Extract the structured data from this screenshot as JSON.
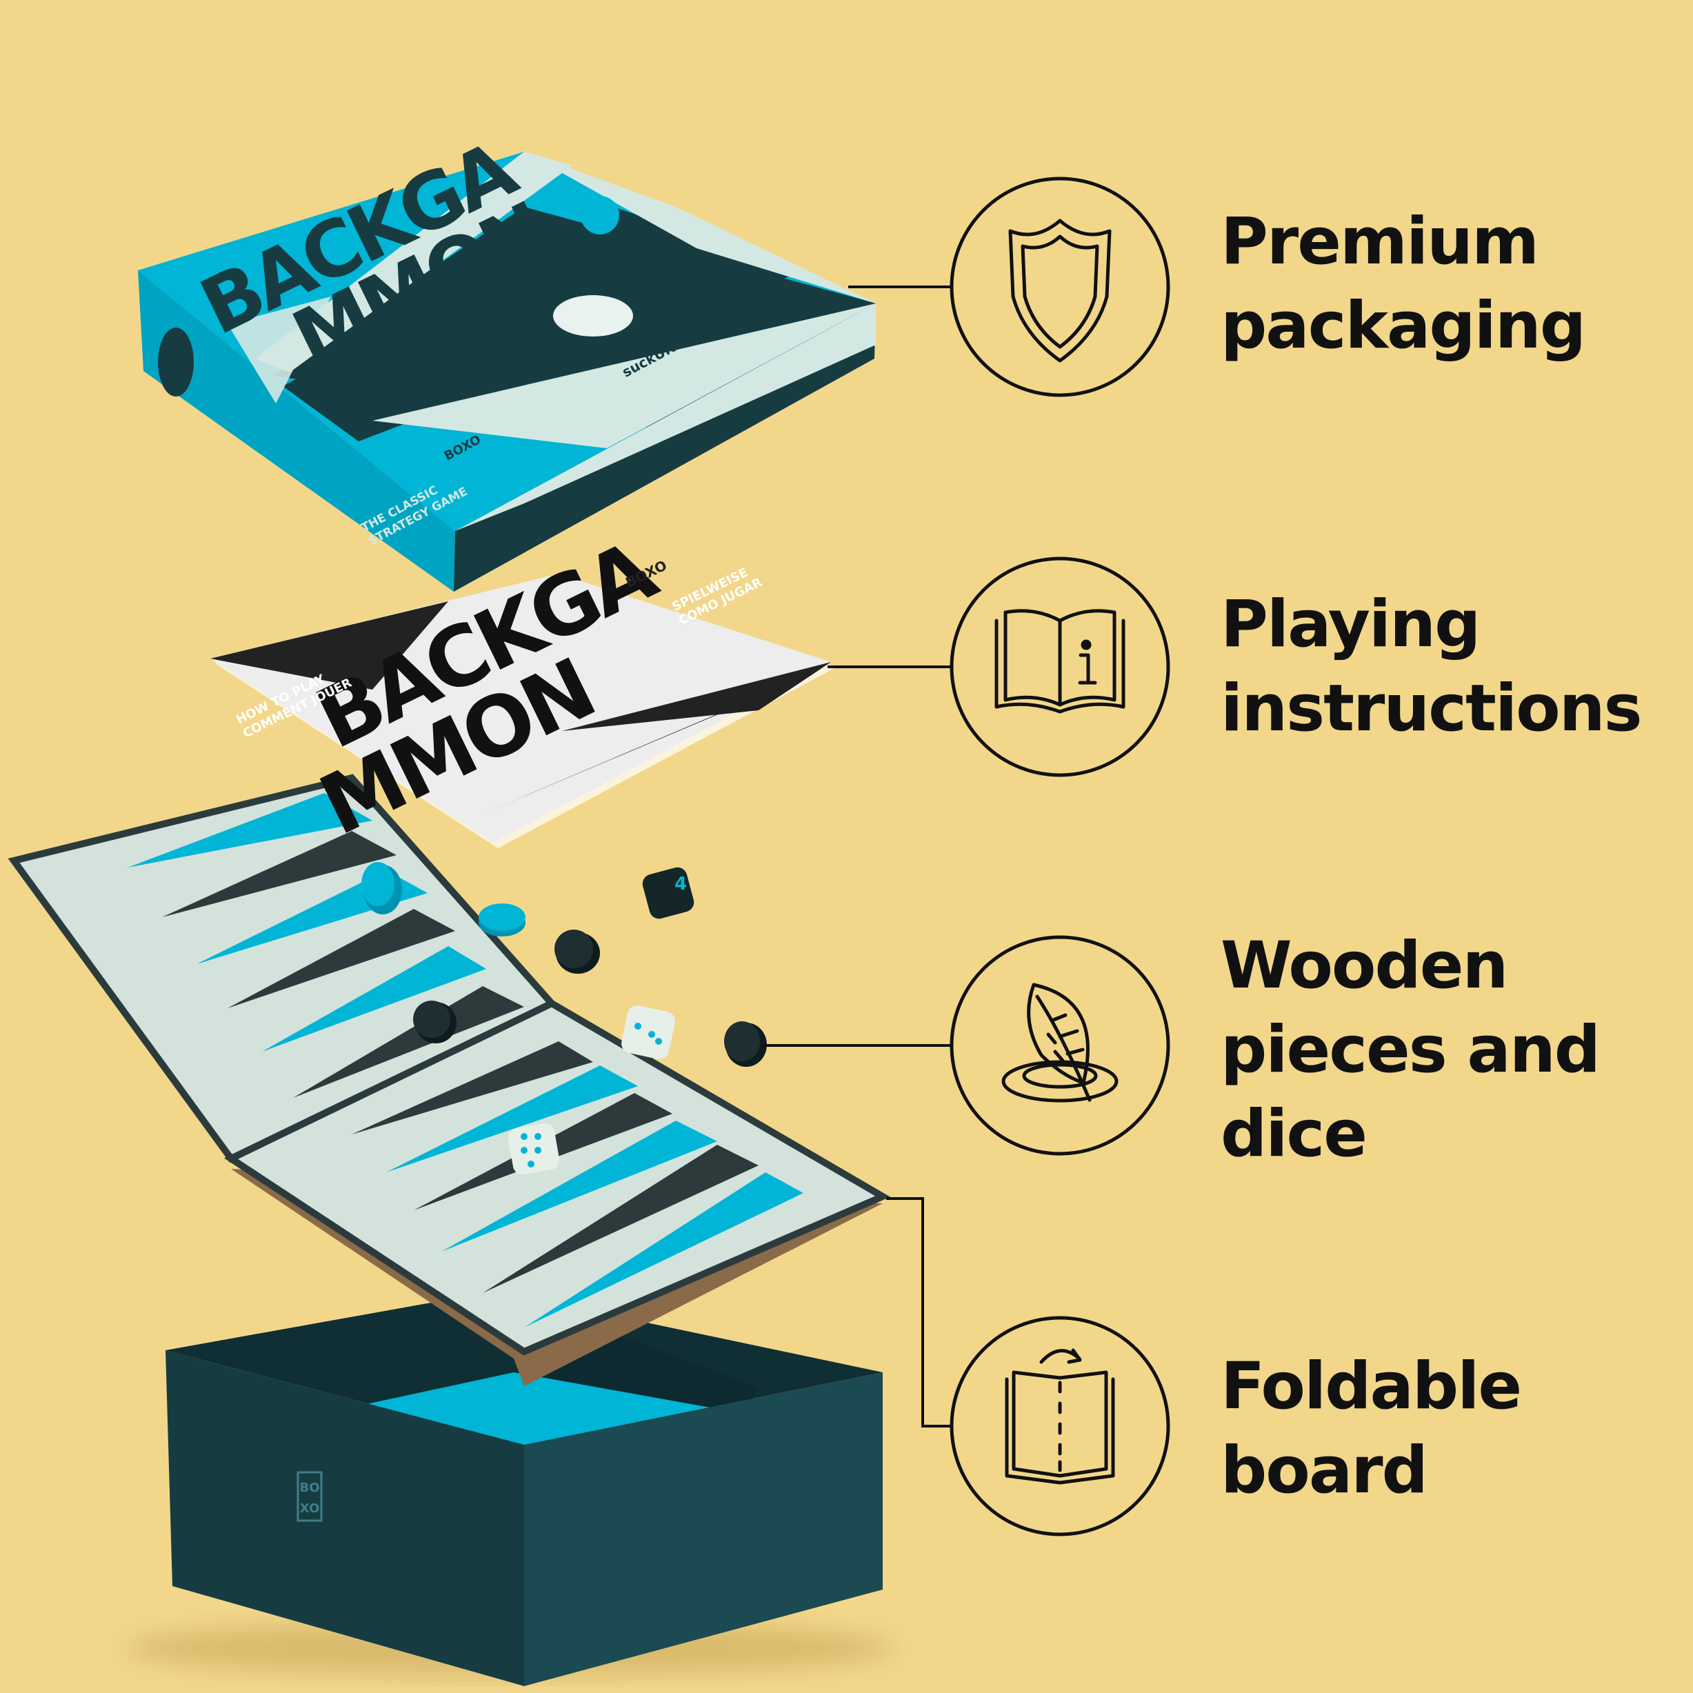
{
  "colors": {
    "background": "#f2d78b",
    "teal": "#00b5d6",
    "dark_teal": "#163c42",
    "mint": "#d4e8e3",
    "ink": "#111111"
  },
  "box_lid": {
    "title_line1": "BACKGA",
    "title_line2": "MMON",
    "tagline_1": "THE CLASSIC",
    "tagline_2": "STRATEGY GAME",
    "brand": "suckUK",
    "boxo_logo": "BOXO"
  },
  "instructions_booklet": {
    "title_line1": "BACKGA",
    "title_line2": "MMON",
    "how_to_play": "HOW TO PLAY",
    "comment_jouer": "COMMENT JOUER",
    "spielweise": "SPIELWEISE",
    "como_jugar": "COMO JUGAR",
    "boxo_logo": "BOXO"
  },
  "box_base": {
    "boxo_logo": "BOXO"
  },
  "features": [
    {
      "icon": "shield-icon",
      "lines": [
        "Premium",
        "packaging"
      ]
    },
    {
      "icon": "book-info-icon",
      "lines": [
        "Playing",
        "instructions"
      ]
    },
    {
      "icon": "leaf-icon",
      "lines": [
        "Wooden",
        "pieces and",
        "dice"
      ]
    },
    {
      "icon": "foldable-board-icon",
      "lines": [
        "Foldable",
        "board"
      ]
    }
  ]
}
